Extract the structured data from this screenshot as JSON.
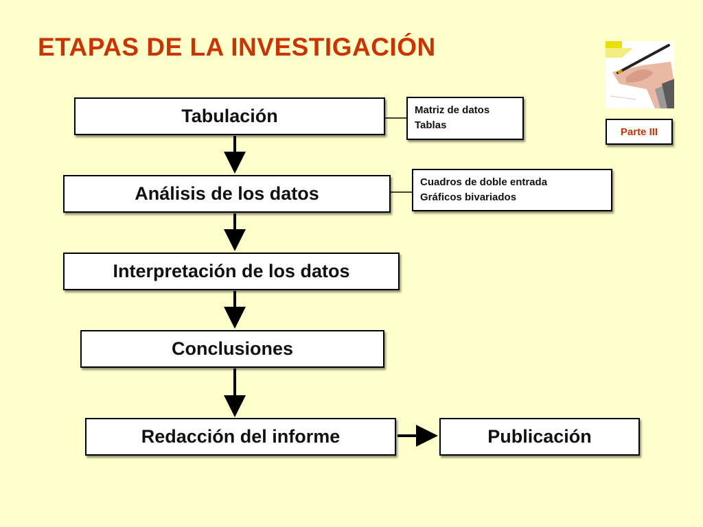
{
  "title": "ETAPAS DE LA INVESTIGACIÓN",
  "part_label": "Parte III",
  "steps": [
    {
      "label": "Tabulación"
    },
    {
      "label": "Análisis de los datos"
    },
    {
      "label": "Interpretación de los datos"
    },
    {
      "label": "Conclusiones"
    },
    {
      "label": "Redacción del informe"
    }
  ],
  "publication": {
    "label": "Publicación"
  },
  "notes": [
    {
      "lines": [
        "Matriz de datos",
        "Tablas"
      ]
    },
    {
      "lines": [
        "Cuadros de doble entrada",
        "Gráficos bivariados"
      ]
    }
  ],
  "colors": {
    "background": "#FFFFCC",
    "title": "#CC3300",
    "part_label": "#CC3300"
  },
  "image": {
    "icon": "hand-writing-with-pen-icon"
  }
}
